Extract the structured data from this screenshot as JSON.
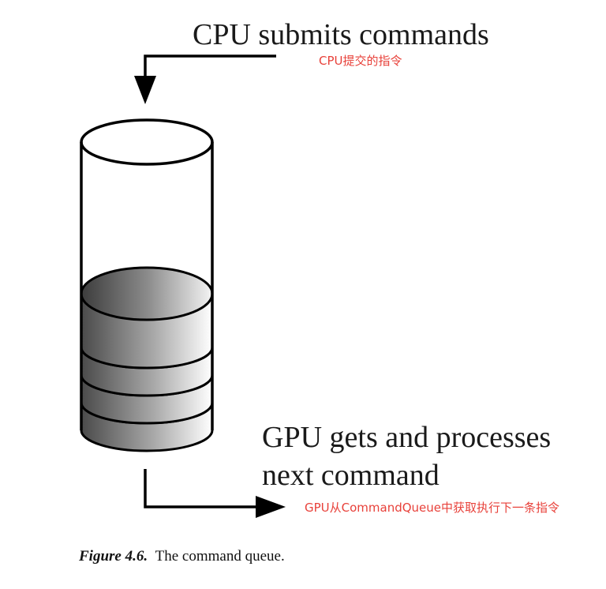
{
  "labels": {
    "cpu_submits": "CPU submits commands",
    "cpu_submits_cn": "CPU提交的指令",
    "gpu_line1": "GPU gets and processes",
    "gpu_line2": "next command",
    "gpu_cn": "GPU从CommandQueue中获取执行下一条指令"
  },
  "caption": {
    "figure": "Figure 4.6.",
    "text": "The command queue."
  },
  "queue": {
    "command_count": 4
  },
  "colors": {
    "stroke": "#000000",
    "annotation": "#e8413a",
    "command_dark": "#4a4a4a",
    "command_light": "#ffffff"
  }
}
